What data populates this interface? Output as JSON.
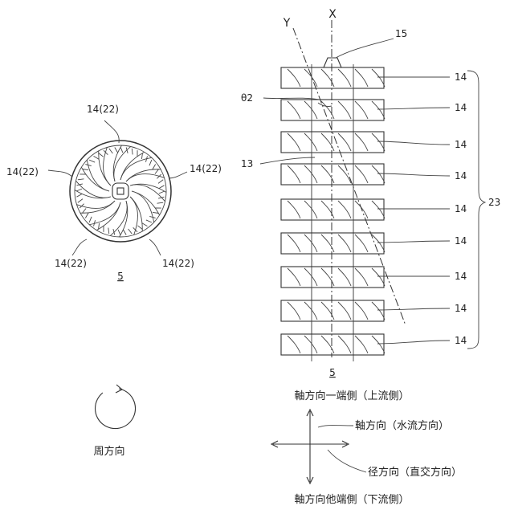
{
  "left_view": {
    "labels": [
      "14(22)",
      "14(22)",
      "14(22)",
      "14(22)",
      "14(22)"
    ],
    "caption": "5"
  },
  "right_view": {
    "axis_x": "X",
    "axis_y": "Y",
    "label_15": "15",
    "label_theta": "θ2",
    "label_13": "13",
    "label_23": "23",
    "blade_labels": [
      "14",
      "14",
      "14",
      "14",
      "14",
      "14",
      "14",
      "14",
      "14"
    ],
    "caption": "5"
  },
  "circumferential": {
    "label": "周方向"
  },
  "legend": {
    "top": "軸方向一端側（上流側）",
    "axial": "軸方向（水流方向）",
    "radial": "径方向（直交方向）",
    "bottom": "軸方向他端側（下流側）"
  }
}
